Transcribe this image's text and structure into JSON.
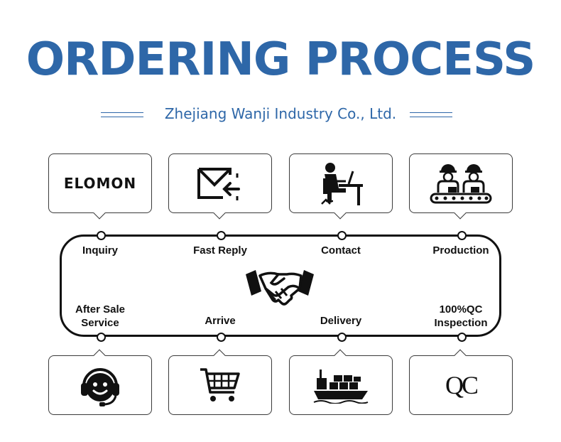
{
  "header": {
    "title": "ORDERING PROCESS",
    "subtitle": "Zhejiang Wanji Industry Co., Ltd."
  },
  "steps_top": [
    {
      "label": "Inquiry",
      "icon": "elomon-logo",
      "brand": "ELOMON"
    },
    {
      "label": "Fast Reply",
      "icon": "mail-reply-icon"
    },
    {
      "label": "Contact",
      "icon": "person-at-computer-icon"
    },
    {
      "label": "Production",
      "icon": "workers-conveyor-icon"
    }
  ],
  "steps_bottom": [
    {
      "label": "After Sale\nService",
      "icon": "headset-agent-icon"
    },
    {
      "label": "Arrive",
      "icon": "shopping-cart-icon"
    },
    {
      "label": "Delivery",
      "icon": "cargo-ship-icon"
    },
    {
      "label": "100%QC\nInspection",
      "icon": "qc-icon",
      "glyph": "QC"
    }
  ],
  "center_icon": "handshake-icon",
  "colors": {
    "accent": "#2e67a8",
    "line": "#111111"
  }
}
